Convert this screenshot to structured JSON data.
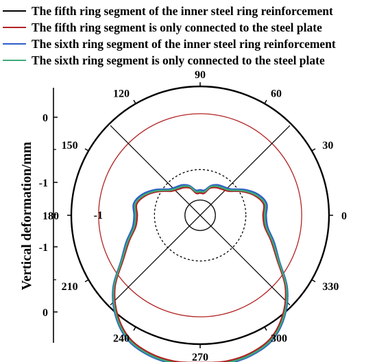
{
  "chart_data": {
    "type": "line",
    "polar": true,
    "title": "",
    "xlabel": "",
    "ylabel": "Vertical deformation/mm",
    "angle_ticks": [
      "0",
      "30",
      "60",
      "90",
      "120",
      "150",
      "180",
      "210",
      "240",
      "270",
      "300",
      "330"
    ],
    "radial_ticks": [
      "0",
      "-1",
      "-1",
      "-1",
      "0"
    ],
    "legend_position": "top",
    "grid": true,
    "reference_circles": [
      {
        "style": "solid",
        "color": "#000000",
        "value": -1.7
      },
      {
        "style": "dashed",
        "color": "#000000",
        "value": -1.1
      },
      {
        "style": "solid",
        "color": "#b22222",
        "value": 0
      }
    ],
    "series": [
      {
        "name": "The fifth ring segment of the inner steel ring reinforcement",
        "color": "#000000",
        "theta": [
          0,
          10,
          20,
          30,
          40,
          50,
          60,
          70,
          80,
          90,
          100,
          110,
          120,
          130,
          140,
          150,
          160,
          170,
          180,
          190,
          200,
          210,
          220,
          230,
          240,
          250,
          260,
          270,
          280,
          290,
          300,
          310,
          320,
          330,
          340,
          350
        ],
        "r": [
          -0.75,
          -0.72,
          -0.85,
          -1.05,
          -1.25,
          -1.32,
          -1.36,
          -1.42,
          -1.55,
          -1.55,
          -1.55,
          -1.42,
          -1.36,
          -1.32,
          -1.25,
          -1.05,
          -0.85,
          -0.72,
          -0.75,
          -0.7,
          -0.5,
          -0.24,
          0.2,
          0.55,
          0.8,
          0.9,
          0.93,
          0.91,
          0.93,
          0.9,
          0.8,
          0.55,
          0.2,
          -0.24,
          -0.5,
          -0.7
        ]
      },
      {
        "name": "The fifth ring segment is only connected to the steel plate",
        "color": "#b22222",
        "theta": [
          0,
          10,
          20,
          30,
          40,
          50,
          60,
          70,
          80,
          90,
          100,
          110,
          120,
          130,
          140,
          150,
          160,
          170,
          180,
          190,
          200,
          210,
          220,
          230,
          240,
          250,
          260,
          270,
          280,
          290,
          300,
          310,
          320,
          330,
          340,
          350
        ],
        "r": [
          -0.76,
          -0.73,
          -0.86,
          -1.06,
          -1.26,
          -1.33,
          -1.37,
          -1.43,
          -1.56,
          -1.56,
          -1.56,
          -1.43,
          -1.37,
          -1.33,
          -1.26,
          -1.06,
          -0.86,
          -0.73,
          -0.76,
          -0.71,
          -0.51,
          -0.25,
          0.19,
          0.54,
          0.79,
          0.89,
          0.92,
          0.9,
          0.92,
          0.89,
          0.79,
          0.54,
          0.19,
          -0.25,
          -0.51,
          -0.71
        ]
      },
      {
        "name": "The sixth ring segment of the inner steel ring reinforcement",
        "color": "#2c5ec8",
        "theta": [
          0,
          10,
          20,
          30,
          40,
          50,
          60,
          70,
          80,
          90,
          100,
          110,
          120,
          130,
          140,
          150,
          160,
          170,
          180,
          190,
          200,
          210,
          220,
          230,
          240,
          250,
          260,
          270,
          280,
          290,
          300,
          310,
          320,
          330,
          340,
          350
        ],
        "r": [
          -0.7,
          -0.67,
          -0.79,
          -0.99,
          -1.2,
          -1.27,
          -1.31,
          -1.38,
          -1.5,
          -1.5,
          -1.5,
          -1.38,
          -1.31,
          -1.27,
          -1.2,
          -0.99,
          -0.79,
          -0.67,
          -0.7,
          -0.65,
          -0.45,
          -0.2,
          0.24,
          0.59,
          0.84,
          0.94,
          0.97,
          0.96,
          0.97,
          0.94,
          0.84,
          0.59,
          0.24,
          -0.2,
          -0.45,
          -0.65
        ]
      },
      {
        "name": "The sixth ring segment is only connected to the steel plate",
        "color": "#3daa78",
        "theta": [
          0,
          10,
          20,
          30,
          40,
          50,
          60,
          70,
          80,
          90,
          100,
          110,
          120,
          130,
          140,
          150,
          160,
          170,
          180,
          190,
          200,
          210,
          220,
          230,
          240,
          250,
          260,
          270,
          280,
          290,
          300,
          310,
          320,
          330,
          340,
          350
        ],
        "r": [
          -0.73,
          -0.7,
          -0.83,
          -1.03,
          -1.23,
          -1.3,
          -1.34,
          -1.4,
          -1.53,
          -1.53,
          -1.53,
          -1.4,
          -1.34,
          -1.3,
          -1.23,
          -1.03,
          -0.83,
          -0.7,
          -0.73,
          -0.68,
          -0.48,
          -0.22,
          0.22,
          0.57,
          0.82,
          0.92,
          0.95,
          0.93,
          0.95,
          0.92,
          0.82,
          0.57,
          0.22,
          -0.22,
          -0.48,
          -0.68
        ]
      }
    ]
  }
}
